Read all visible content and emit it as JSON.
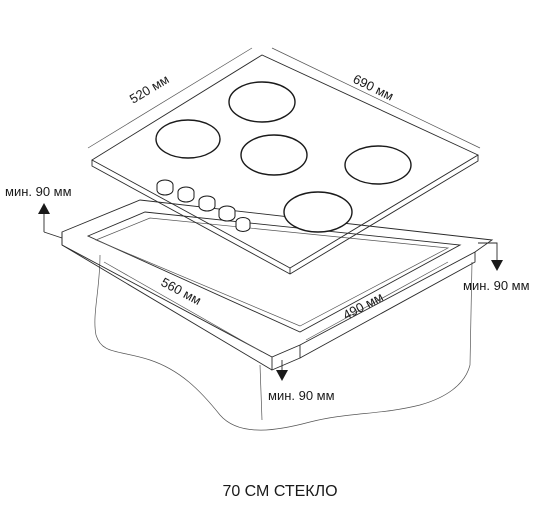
{
  "labels": {
    "hob_width": "520 мм",
    "hob_depth": "690 мм",
    "cutout_width": "560 мм",
    "cutout_depth": "490 мм",
    "clearance_back": "мин. 90 мм",
    "clearance_side": "мин. 90 мм",
    "clearance_front": "мин. 90 мм"
  },
  "caption": "70 СМ СТЕКЛО",
  "burners": 5,
  "knobs": 5
}
